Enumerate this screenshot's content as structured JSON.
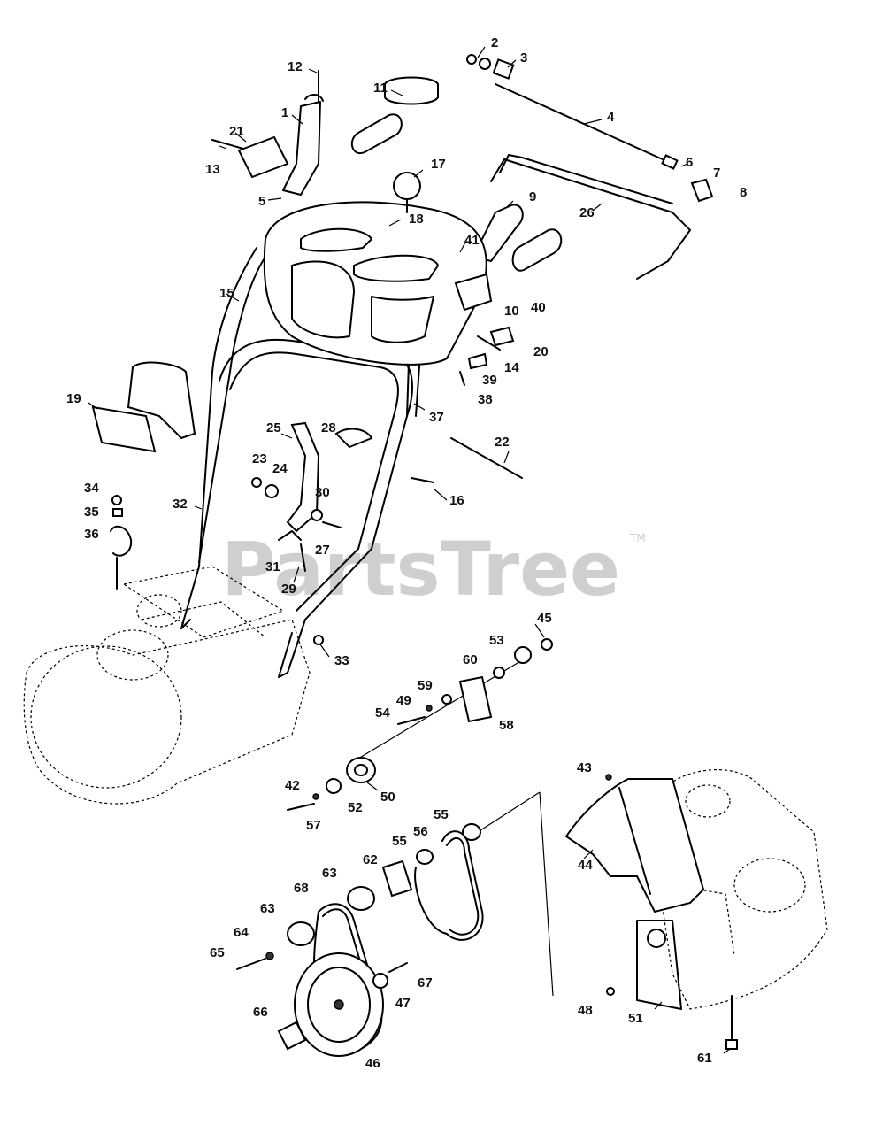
{
  "watermark": {
    "text": "PartsTree",
    "trademark": "TM"
  },
  "colors": {
    "line": "#000000",
    "watermark": "#cfcfcf",
    "background": "#ffffff"
  },
  "part_labels": [
    "1",
    "2",
    "3",
    "4",
    "5",
    "6",
    "7",
    "8",
    "9",
    "10",
    "11",
    "12",
    "13",
    "14",
    "15",
    "16",
    "17",
    "18",
    "19",
    "20",
    "21",
    "22",
    "23",
    "24",
    "25",
    "26",
    "27",
    "28",
    "29",
    "30",
    "31",
    "32",
    "33",
    "34",
    "35",
    "36",
    "37",
    "38",
    "39",
    "40",
    "41",
    "42",
    "43",
    "44",
    "45",
    "46",
    "47",
    "48",
    "49",
    "50",
    "51",
    "52",
    "53",
    "54",
    "55",
    "55",
    "56",
    "57",
    "58",
    "59",
    "60",
    "61",
    "62",
    "63",
    "63",
    "64",
    "65",
    "66",
    "67",
    "68"
  ]
}
